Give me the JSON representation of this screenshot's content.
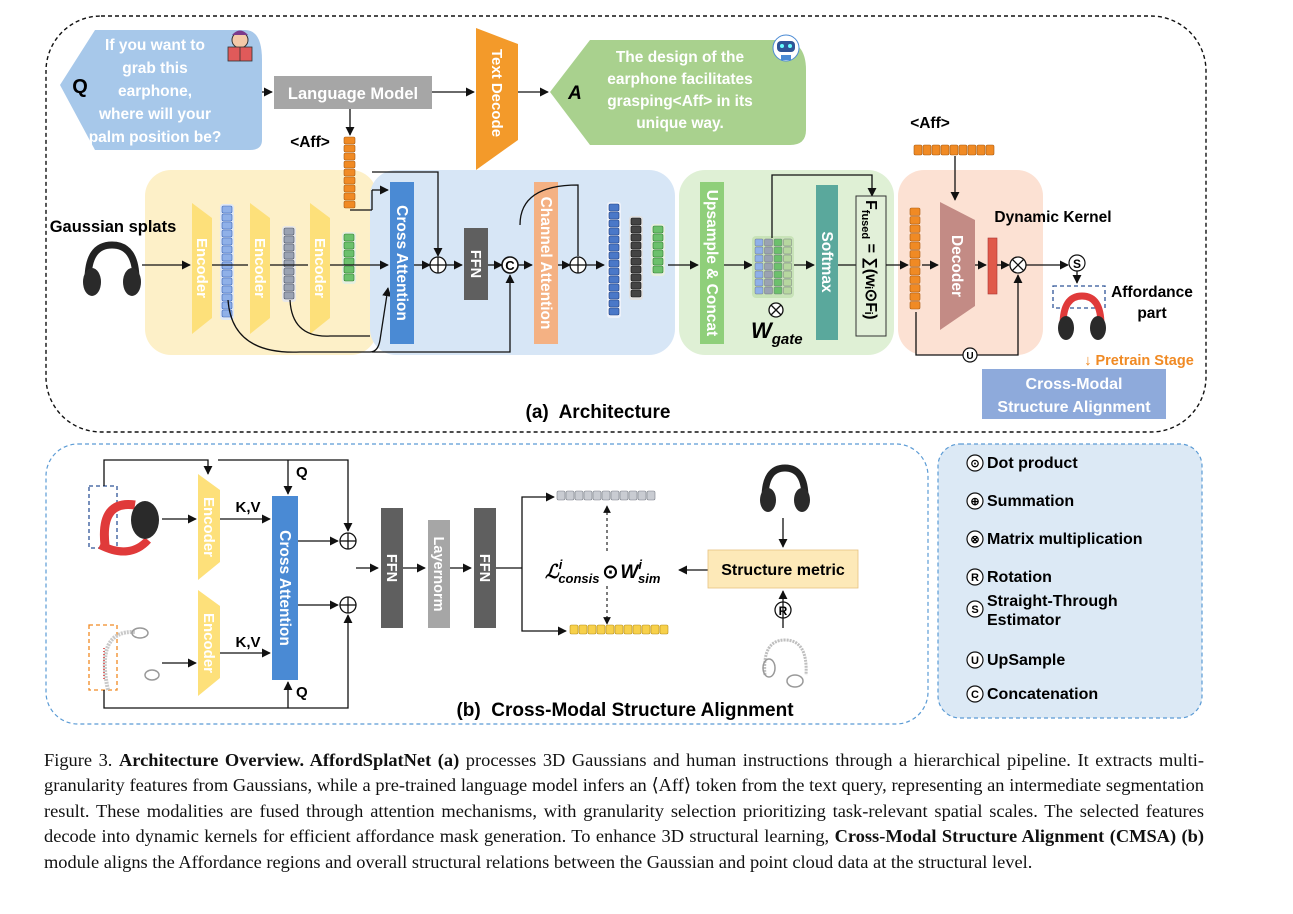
{
  "architecture": {
    "title": "(a)  Architecture",
    "question": {
      "q_label": "Q",
      "lines": [
        "If you want to",
        "grab this",
        "earphone,",
        "where will your",
        "palm position be?"
      ]
    },
    "language_model": "Language Model",
    "text_decode": "Text Decode",
    "answer": {
      "a_label": "A",
      "lines": [
        "The design of the",
        "earphone facilitates",
        "grasping<Aff> in its",
        "unique way."
      ]
    },
    "aff_token_left": "<Aff>",
    "aff_token_right": "<Aff>",
    "gaussian_splats": "Gaussian splats",
    "encoders": [
      "Encoder",
      "Encoder",
      "Encoder"
    ],
    "cross_attention": "Cross Attention",
    "ffn": "FFN",
    "channel_attention": "Channel Attention",
    "upsample_concat": "Upsample & Concat",
    "softmax": "Softmax",
    "w_gate": "W",
    "w_gate_sub": "gate",
    "f_fused": "F",
    "f_fused_sub": "fused",
    "f_formula": " = ∑(wᵢ⊙Fᵢ)",
    "decoder": "Decoder",
    "dynamic_kernel": "Dynamic Kernel",
    "affordance_part": [
      "Affordance",
      "part"
    ],
    "pretrain_stage": "↓ Pretrain Stage",
    "cmsa_box": [
      "Cross-Modal",
      "Structure Alignment"
    ]
  },
  "cmsa": {
    "title": "(b)  Cross-Modal Structure Alignment",
    "encoders": [
      "Encoder",
      "Encoder"
    ],
    "kv_labels": [
      "K,V",
      "K,V"
    ],
    "q_labels": [
      "Q",
      "Q"
    ],
    "cross_attention": "Cross Attention",
    "ffn_labels": [
      "FFN",
      "FFN"
    ],
    "layernorm": "Layernorm",
    "loss_main": "ℒ",
    "loss_sup": "i",
    "loss_sub": "consis",
    "dot": "⊙",
    "w_main": "W",
    "w_sup": "i",
    "w_sub": "sim",
    "structure_metric": "Structure metric",
    "rotation_symbol": "R"
  },
  "legend": [
    {
      "symbol": "⊙",
      "label": "Dot product"
    },
    {
      "symbol": "⊕",
      "label": "Summation"
    },
    {
      "symbol": "⊗",
      "label": "Matrix multiplication"
    },
    {
      "symbol": "R",
      "label": "Rotation"
    },
    {
      "symbol": "S",
      "label": "Straight-Through Estimator"
    },
    {
      "symbol": "U",
      "label": "UpSample"
    },
    {
      "symbol": "C",
      "label": "Concatenation"
    }
  ],
  "caption": {
    "prefix": "Figure 3. ",
    "bold1": "Architecture Overview. AffordSplatNet (a)",
    "text1": " processes 3D Gaussians and human instructions through a hierarchical pipeline. It extracts multi-granularity features from Gaussians, while a pre-trained language model infers an ⟨Aff⟩ token from the text query, representing an intermediate segmentation result. These modalities are fused through attention mechanisms, with granularity selection prioritizing task-relevant spatial scales. The selected features decode into dynamic kernels for efficient affordance mask generation. To enhance 3D structural learning, ",
    "bold2": "Cross-Modal Structure Alignment (CMSA) (b)",
    "text2": " module aligns the Affordance regions and overall structural relations between the Gaussian and point cloud data at the structural level."
  },
  "colors": {
    "encoder_yellow": "#fde07a",
    "cross_attention_blue": "#4a8ad4",
    "ffn_gray": "#5f5f5f",
    "channel_orange": "#f4b183",
    "upsample_green": "#8fcf7a",
    "softmax_teal": "#5aa89c",
    "decoder_mauve": "#c38b85",
    "aff_orange": "#f08a24",
    "question_blue": "#a7c8ea",
    "answer_green": "#a9d18e",
    "cmsa_box": "#8eaadb",
    "legend_bg": "#dce9f5",
    "structure_metric": "#fde9b8"
  }
}
